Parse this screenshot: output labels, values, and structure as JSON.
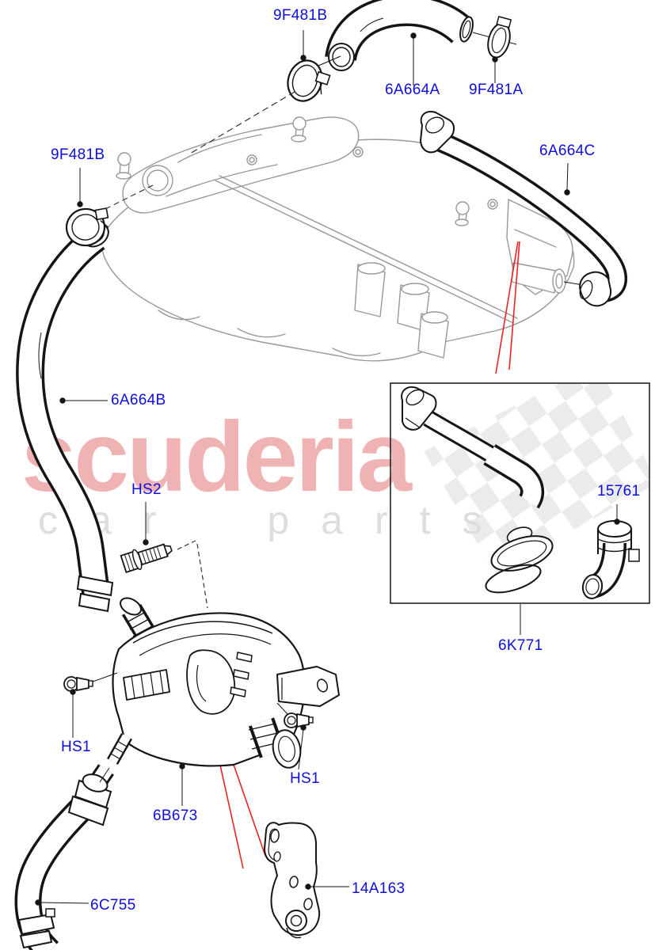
{
  "diagram": {
    "type": "exploded-parts-diagram",
    "label_color": "#0d0ddd",
    "callout_line_color": "#ee2222",
    "engine_line_color": "#98989a",
    "part_line_color": "#151515",
    "watermark": {
      "brand_word": "scuderia",
      "tagline_word": "car parts",
      "brand_color": "#efb3b3",
      "tagline_color": "#e0dcdc"
    },
    "part_labels": [
      {
        "text": "9F481B"
      },
      {
        "text": "6A664A"
      },
      {
        "text": "9F481A"
      },
      {
        "text": "9F481B"
      },
      {
        "text": "6A664C"
      },
      {
        "text": "6A664B"
      },
      {
        "text": "HS2"
      },
      {
        "text": "15761"
      },
      {
        "text": "6K771"
      },
      {
        "text": "HS1"
      },
      {
        "text": "6B673"
      },
      {
        "text": "HS1"
      },
      {
        "text": "14A163"
      },
      {
        "text": "6C755"
      }
    ]
  }
}
